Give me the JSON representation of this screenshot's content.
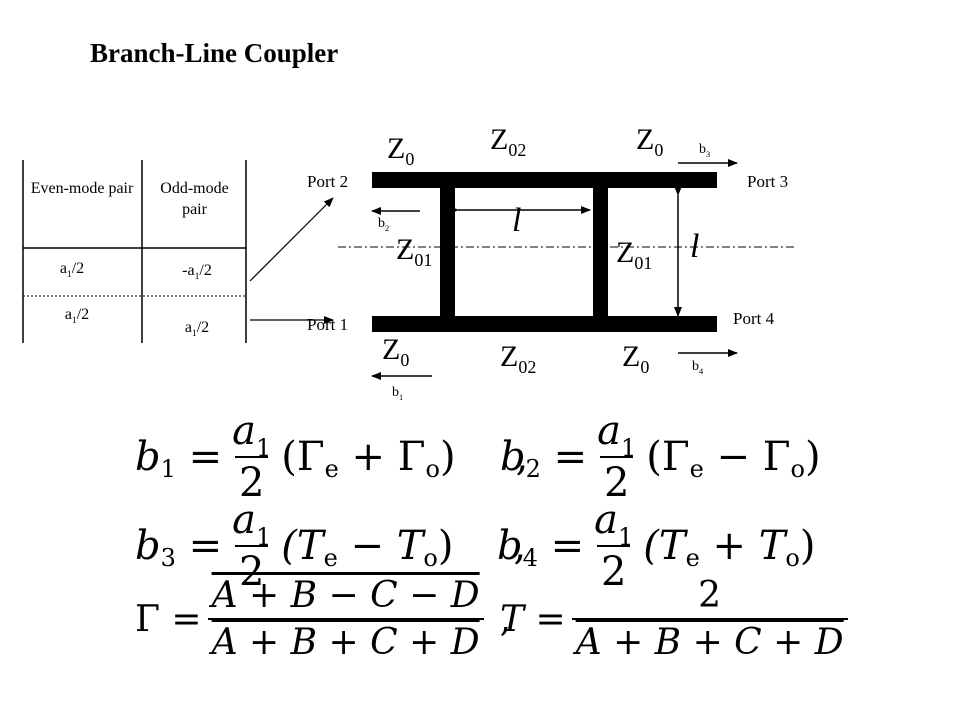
{
  "title": "Branch-Line Coupler",
  "table": {
    "headers": [
      "Even-mode pair",
      "Odd-mode pair"
    ],
    "rows": [
      [
        "a1/2",
        "-a1/2"
      ],
      [
        "a1/2",
        "a1/2"
      ]
    ]
  },
  "ports": {
    "p1": "Port 1",
    "p2": "Port 2",
    "p3": "Port 3",
    "p4": "Port 4"
  },
  "impedance": {
    "z0": "Z",
    "z0_sub": "0",
    "z02_sub": "02",
    "z01_sub": "01"
  },
  "length_symbol": "l",
  "waves": {
    "b_char": "b",
    "b1": "1",
    "b2": "2",
    "b3": "3",
    "b4": "4",
    "a_char": "a",
    "a_sub": "1",
    "half": "/2"
  },
  "equations": {
    "b1": {
      "lhs_char": "b",
      "lhs_sub": "1",
      "num": "a",
      "num_sub": "1",
      "den": "2",
      "paren": "(Γ",
      "mid": "+",
      "end": "Γ",
      "sub_e": "e",
      "sub_o": "o",
      "close": ")"
    },
    "b2": {
      "lhs_char": "b",
      "lhs_sub": "2",
      "num": "a",
      "num_sub": "1",
      "den": "2",
      "paren": "(Γ",
      "mid": "−",
      "end": "Γ",
      "sub_e": "e",
      "sub_o": "o",
      "close": ")"
    },
    "b3": {
      "lhs_char": "b",
      "lhs_sub": "3",
      "num": "a",
      "num_sub": "1",
      "den": "2",
      "paren": "(T",
      "mid": "−",
      "end": "T",
      "sub_e": "e",
      "sub_o": "o",
      "close": ")"
    },
    "b4": {
      "lhs_char": "b",
      "lhs_sub": "4",
      "num": "a",
      "num_sub": "1",
      "den": "2",
      "paren": "(T",
      "mid": "+",
      "end": "T",
      "sub_e": "e",
      "sub_o": "o",
      "close": ")"
    },
    "gamma": {
      "lhs": "Γ",
      "num": "A + B − C − D",
      "den": "A + B + C + D"
    },
    "T": {
      "lhs": "T",
      "num": "2",
      "den": "A + B + C + D"
    },
    "comma": ","
  }
}
